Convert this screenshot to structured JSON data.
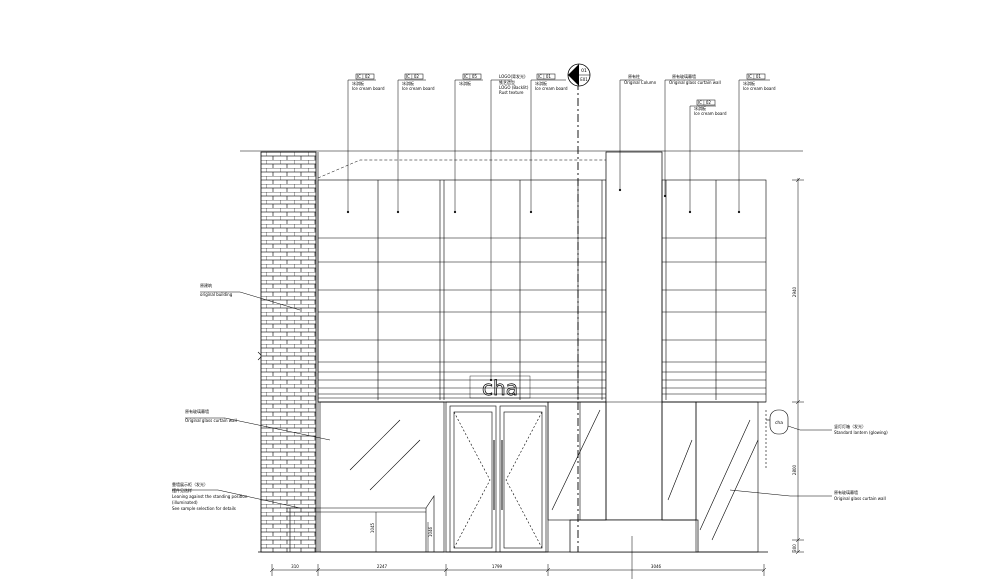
{
  "drawing": {
    "top_tags": [
      {
        "code": "IC | 02",
        "cn": "冰淇板",
        "en": "Ice cream board"
      },
      {
        "code": "IC | 02",
        "cn": "冰淇板",
        "en": "Ice cream board"
      },
      {
        "code": "IC | 05",
        "cn": "冰淇板",
        "en": ""
      },
      {
        "code": "",
        "cn": "LOGO(背发光)",
        "en": "LOGO (Backlit)"
      },
      {
        "code": "IC | 01",
        "cn": "冰淇板",
        "en": "Ice cream board"
      },
      {
        "code": "",
        "cn": "原有柱",
        "en": "Original Column"
      },
      {
        "code": "",
        "cn": "原有玻璃幕墙",
        "en": "Original glass curtain wall"
      },
      {
        "code": "IC | 02",
        "cn": "冰淇板",
        "en": "Ice cream board"
      },
      {
        "code": "IC | 01",
        "cn": "冰淇板",
        "en": "Ice cream board"
      }
    ],
    "tag4_extra": [
      "铁艺造型",
      "Rust texture"
    ],
    "section_marker": {
      "number": "01",
      "sheet": "E01"
    },
    "logo_text": "cha",
    "side_labels": {
      "building": [
        "原建筑",
        "original building"
      ],
      "glass_left": [
        "原有玻璃幕墙",
        "Original glass curtain wall"
      ],
      "leaning": [
        "靠墙展示柜（发光）",
        "摆件见选样",
        "Leaning against the standing position",
        "(illuminated)",
        "See sample selection for details"
      ],
      "lantern": [
        "竖灯灯箱（发光）",
        "Standard lantern (glowing)"
      ],
      "glass_right": [
        "原有玻璃幕墙",
        "Original glass curtain wall"
      ]
    },
    "dimensions": {
      "bottom": [
        "310",
        "2247",
        "1799",
        "3046"
      ],
      "right": [
        "2940",
        "2800",
        "300"
      ],
      "small": [
        "1045",
        "1046"
      ]
    }
  }
}
